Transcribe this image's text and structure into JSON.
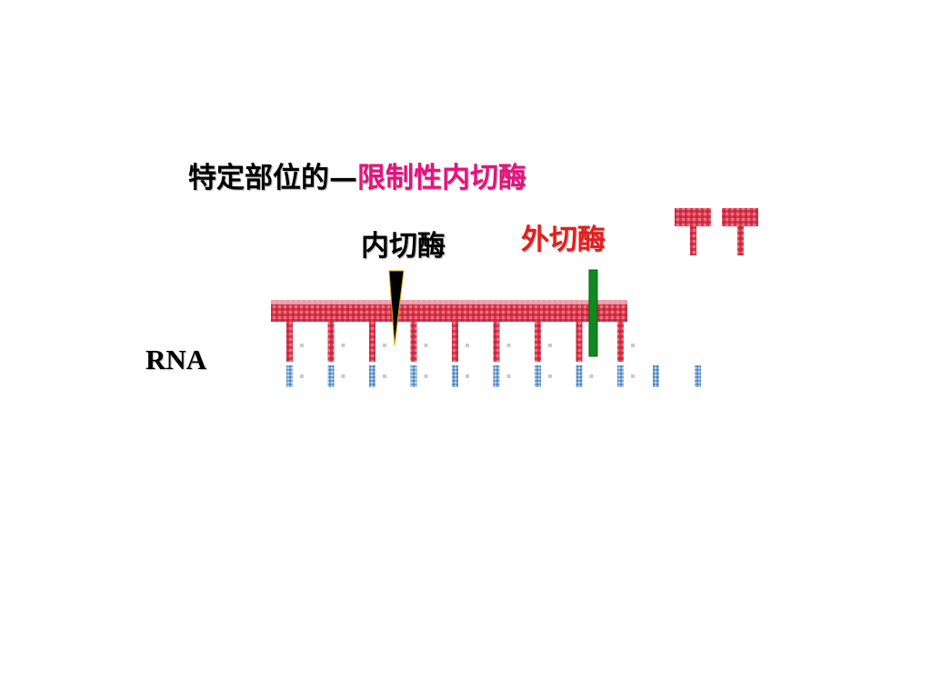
{
  "title": {
    "prefix": "特定部位的—",
    "highlight": "限制性内切酶"
  },
  "labels": {
    "endonuclease": "内切酶",
    "exonuclease": "外切酶",
    "rna": "RNA"
  },
  "colors": {
    "backbone": "#d9394f",
    "backbone_light": "#f3b8c1",
    "base": "#7fa8d6",
    "endonuclease_marker": "#000000",
    "exonuclease_marker": "#0f8a1f",
    "highlight": "#e5127f",
    "exo_text": "#e41e1e"
  },
  "diagram": {
    "attached_nucleotides": 9,
    "free_bases": 2,
    "released_nucleotides": 2
  },
  "icons": {
    "endonuclease_marker": "wedge-icon",
    "exonuclease_marker": "bar-icon"
  }
}
